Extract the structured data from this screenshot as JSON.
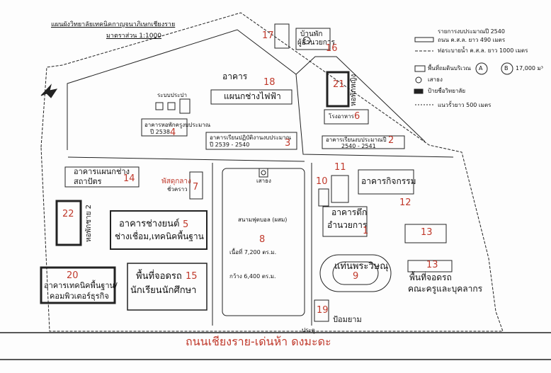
{
  "header": {
    "title": "แผนผังวิทยาลัยเทคนิคกาญจนาภิเษกเชียงราย",
    "scale": "มาตราส่วน 1:1000"
  },
  "legend": {
    "items": [
      "รายการงบประมาณปี 2540",
      "ถนน ค.ส.ล. ยาว 490 เมตร",
      "ท่อระบายน้ำ ค.ส.ล. ยาว 1000 เมตร",
      "พื้นที่ถมดินบริเวณ",
      "เสาธง",
      "ป้ายชื่อวิทยาลัย",
      "แนวรั้วยาว 500 เมตร"
    ],
    "fill_a": "A",
    "fill_b": "B",
    "fill_area": "17,000 ม³"
  },
  "buildings": {
    "b1": {
      "num": "1",
      "name_1": "อาคารตึก",
      "name_2": "อำนวยการ"
    },
    "b2": {
      "num": "2",
      "name_1": "อาคารเรียนงบประมาณปี",
      "name_2": "2540 - 2541"
    },
    "b3": {
      "num": "3",
      "name_1": "อาคารเรียนปฏิบัติงานงบประมาณ",
      "name_2": "ปี 2539 - 2540"
    },
    "b4": {
      "num": "4",
      "name_1": "อาคารหอพักครูงบประมาณ",
      "name_2": "ปี 2538"
    },
    "b5": {
      "num": "5",
      "name_1": "อาคารช่างยนต์",
      "name_2": "ช่างเชื่อม,เทคนิคพื้นฐาน"
    },
    "b6": {
      "num": "6",
      "name": "โรงอาหาร"
    },
    "b7": {
      "num": "7",
      "name_1": "พัสดุกลาง",
      "name_2": "ชั่วคราว"
    },
    "b8": {
      "num": "8",
      "name_1": "สนามฟุตบอล (ผสม)",
      "name_2": "เนื้อที่ 7,200 ตร.ม."
    },
    "b9": {
      "num": "9",
      "name": "แท่นพระวิษณุ"
    },
    "b10": {
      "num": "10"
    },
    "b11": {
      "num": "11"
    },
    "b12": {
      "num": "12",
      "name": "อาคารกิจกรรม"
    },
    "b13": {
      "num": "13"
    },
    "b13b": {
      "num": "13",
      "name_1": "พื้นที่จอดรถ",
      "name_2": "คณะครูและบุคลากร"
    },
    "b14": {
      "num": "14",
      "name_1": "อาคารแผนกช่าง",
      "name_2": "สถาปัตร"
    },
    "b15": {
      "num": "15",
      "name_1": "พื้นที่จอดรถ",
      "name_2": "นักเรียนนักศึกษา"
    },
    "b16": {
      "num": "16",
      "name_1": "บ้านพัก",
      "name_2": "ผู้อำนวยการ"
    },
    "b17": {
      "num": "17"
    },
    "b18": {
      "num": "18",
      "name_1": "อาคาร",
      "name_2": "แผนกช่างไฟฟ้า"
    },
    "b19": {
      "num": "19",
      "name": "ป้อมยาม"
    },
    "b20": {
      "num": "20",
      "name_1": "อาคารเทคนิคพื้นฐาน/",
      "name_2": "คอมพิวเตอร์ธุรกิจ"
    },
    "b21": {
      "num": "21",
      "name": "หอพักหญิง"
    },
    "b22": {
      "num": "22",
      "name": "หอพักชาย 2"
    }
  },
  "misc": {
    "water_system": "ระบบประปา",
    "flagpole": "เสาธง",
    "gate": "ประตู",
    "road_name": "ถนนเชียงราย-เด่นห้า ดงมะดะ",
    "field_width": "กว้าง 6,400 ตร.ม."
  },
  "colors": {
    "line": "#222222",
    "number": "#c0392b",
    "road_text": "#c0392b"
  }
}
